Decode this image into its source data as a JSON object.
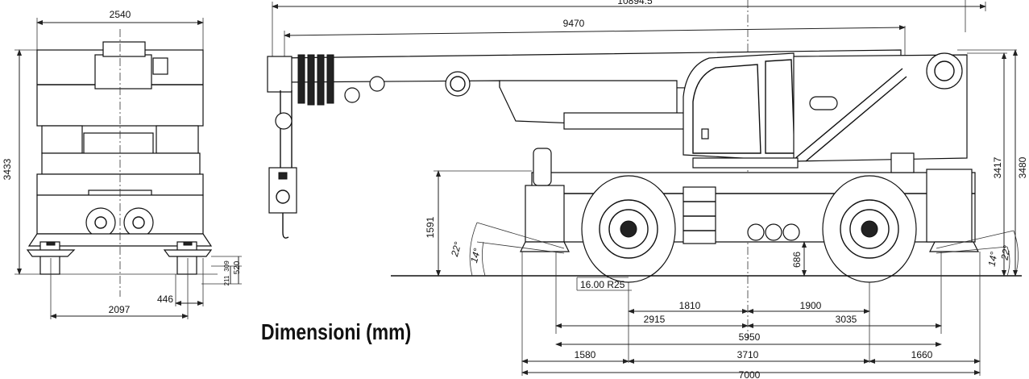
{
  "title": "Dimensioni (mm)",
  "front_view": {
    "width_top": "2540",
    "height": "3433",
    "track_width": "2097",
    "outrigger_offset": "446",
    "ground_clear_1": "309",
    "ground_clear_2": "520",
    "ground_clear_3": "211"
  },
  "side_view": {
    "total_length": "10894.5",
    "boom_length": "9470",
    "height_1": "3417",
    "height_2": "3480",
    "axle_height": "1591",
    "frame_clearance": "686",
    "angle_22_left": "22°",
    "angle_14_left": "14°",
    "angle_22_right": "22°",
    "angle_14_right": "14°",
    "tire": "16.00 R25",
    "dim_1810": "1810",
    "dim_1900": "1900",
    "dim_2915": "2915",
    "dim_3035": "3035",
    "dim_5950": "5950",
    "dim_1580": "1580",
    "dim_3710": "3710",
    "dim_1660": "1660",
    "dim_7000": "7000"
  }
}
